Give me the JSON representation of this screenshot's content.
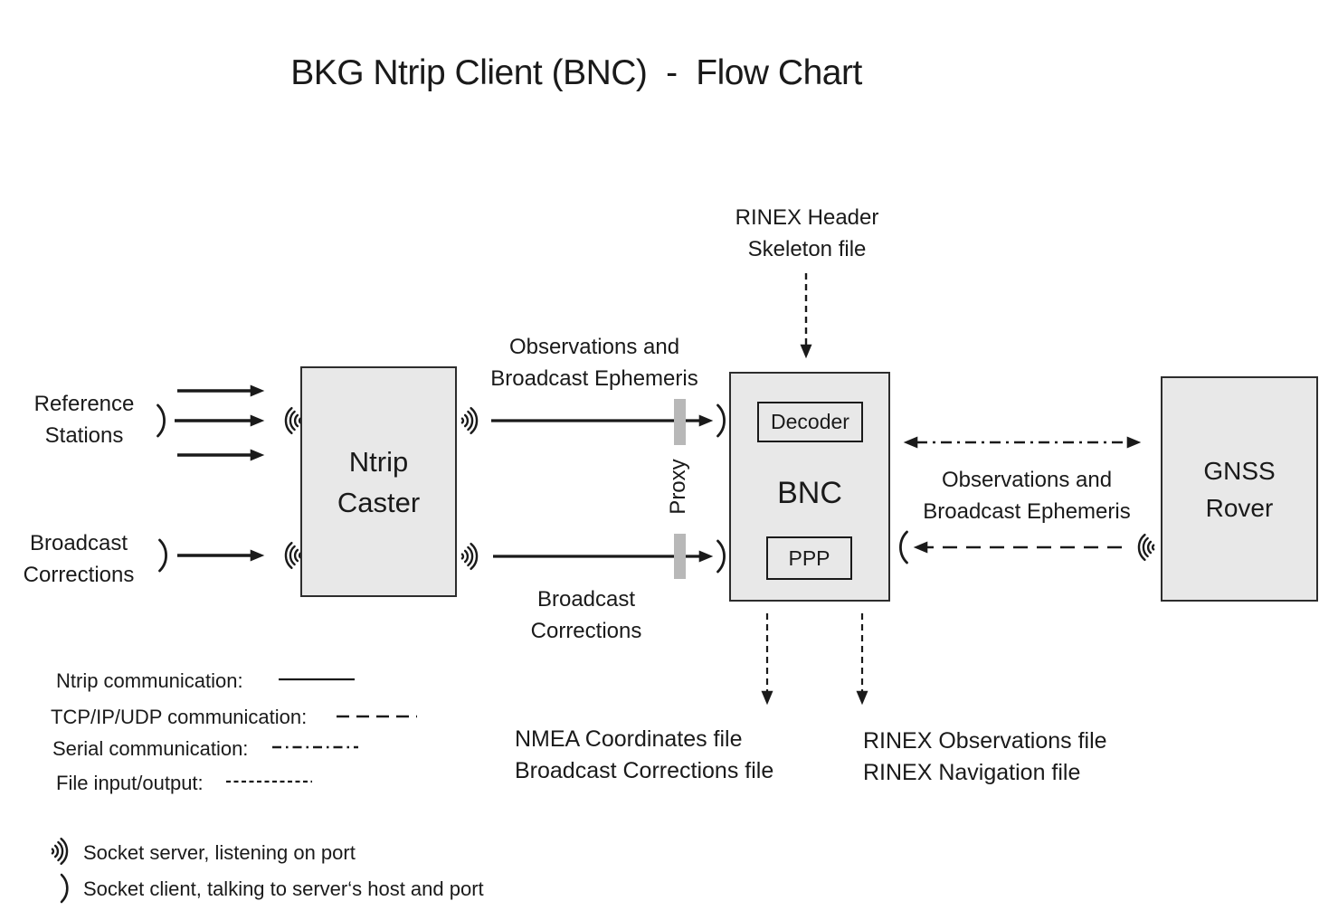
{
  "title": "BKG Ntrip Client (BNC)  -  Flow Chart",
  "colors": {
    "ink": "#1a1a1a",
    "box_fill": "#e8e8e8",
    "box_border": "#2d2d2d",
    "proxy_bar": "#b8b8b8"
  },
  "nodes": {
    "ntrip_caster": {
      "line1": "Ntrip",
      "line2": "Caster"
    },
    "bnc": {
      "label": "BNC",
      "decoder_label": "Decoder",
      "ppp_label": "PPP"
    },
    "gnss_rover": {
      "line1": "GNSS",
      "line2": "Rover"
    },
    "proxy_label": "Proxy"
  },
  "flows": {
    "rinex_header": {
      "line1": "RINEX Header",
      "line2": "Skeleton file"
    },
    "reference_stations": {
      "line1": "Reference",
      "line2": "Stations"
    },
    "broadcast_corrections_in": {
      "line1": "Broadcast",
      "line2": "Corrections"
    },
    "obs_ephemeris_caster_bnc": {
      "line1": "Observations and",
      "line2": "Broadcast Ephemeris"
    },
    "broadcast_corrections_caster_bnc": {
      "line1": "Broadcast",
      "line2": "Corrections"
    },
    "obs_ephemeris_bnc_rover": {
      "line1": "Observations and",
      "line2": "Broadcast Ephemeris"
    },
    "nmea_output": {
      "line1": "NMEA Coordinates file",
      "line2": "Broadcast Corrections file"
    },
    "rinex_output": {
      "line1": "RINEX Observations file",
      "line2": "RINEX Navigation file"
    }
  },
  "legend": {
    "ntrip_label": "Ntrip communication:",
    "tcpip_label": "TCP/IP/UDP communication:",
    "serial_label": "Serial communication:",
    "file_label": "File input/output:",
    "socket_server_label": "Socket server, listening on port",
    "socket_client_label": "Socket client, talking to server‘s host and port"
  },
  "icons": {
    "socket_server": "·)))",
    "socket_client": ")"
  }
}
